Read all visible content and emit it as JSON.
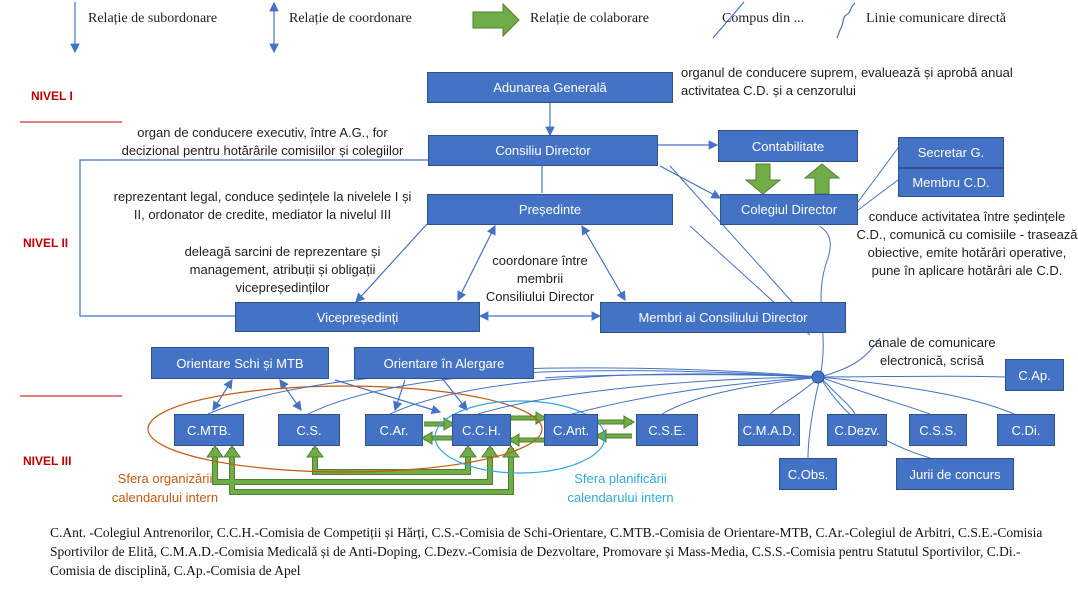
{
  "legend": {
    "subordonare": "Relație de subordonare",
    "coordonare": "Relație de coordonare",
    "colaborare": "Relație de colaborare",
    "compus": "Compus din ...",
    "comunicare": "Linie comunicare directă"
  },
  "levels": {
    "n1": "NIVEL I",
    "n2": "NIVEL II",
    "n3": "NIVEL III"
  },
  "nodes": {
    "ag": "Adunarea Generală",
    "cd": "Consiliu Director",
    "contab": "Contabilitate",
    "secretar": "Secretar G.",
    "membru_cd": "Membru C.D.",
    "colegiul": "Colegiul Director",
    "presedinte": "Președinte",
    "vice": "Vicepreședinți",
    "membri": "Membri ai Consiliului Director",
    "schi": "Orientare Schi și MTB",
    "alergare": "Orientare în Alergare",
    "cmtb": "C.MTB.",
    "cs": "C.S.",
    "car": "C.Ar.",
    "cch": "C.C.H.",
    "cant": "C.Ant.",
    "cse": "C.S.E.",
    "cmad": "C.M.A.D.",
    "cdezv": "C.Dezv.",
    "css": "C.S.S.",
    "cdi": "C.Di.",
    "cap": "C.Ap.",
    "cobs": "C.Obs.",
    "jurii": "Jurii de concurs"
  },
  "notes": {
    "ag_line1": "organul de conducere suprem, evaluează și aprobă anual",
    "ag_line2": "activitatea C.D. și a cenzorului",
    "cd_line1": "organ de conducere executiv, între A.G., for",
    "cd_line2": "decizional pentru hotărârile comisiilor și colegiilor",
    "pres_line1": "reprezentant legal, conduce ședințele la nivelele I și",
    "pres_line2": "II, ordonator de credite, mediator la nivelul III",
    "vice_line1": "deleagă sarcini de reprezentare și",
    "vice_line2": "management, atribuții și obligații",
    "vice_line3": "vicepreședinților",
    "coord_line1": "coordonare între",
    "coord_line2": "membrii",
    "coord_line3": "Consiliului Director",
    "col_line1": "conduce activitatea între ședințele",
    "col_line2": "C.D., comunică cu comisiile - trasează",
    "col_line3": "obiective, emite hotărâri operative,",
    "col_line4": "pune în aplicare hotărâri ale C.D.",
    "can_line1": "canale de comunicare",
    "can_line2": "electronică, scrisă"
  },
  "spheres": {
    "org_line1": "Sfera organizării",
    "org_line2": "calendarului intern",
    "plan_line1": "Sfera planificării",
    "plan_line2": "calendarului intern"
  },
  "footnote": "C.Ant. -Colegiul Antrenorilor, C.C.H.-Comisia de Competiții și Hărți, C.S.-Comisia de Schi-Orientare, C.MTB.-Comisia de Orientare-MTB, C.Ar.-Colegiul de Arbitri, C.S.E.-Comisia Sportivilor de Elită,  C.M.A.D.-Comisia Medicală și de Anti-Doping, C.Dezv.-Comisia de Dezvoltare, Promovare și Mass-Media, C.S.S.-Comisia pentru Statutul Sportivilor, C.Di.-Comisia  de disciplină,  C.Ap.-Comisia de Apel",
  "colors": {
    "box": "#4472c4",
    "arrow_green": "#70ad47",
    "level_red": "#c00000",
    "org_sphere": "#c55a11",
    "plan_sphere": "#2eaadc"
  }
}
